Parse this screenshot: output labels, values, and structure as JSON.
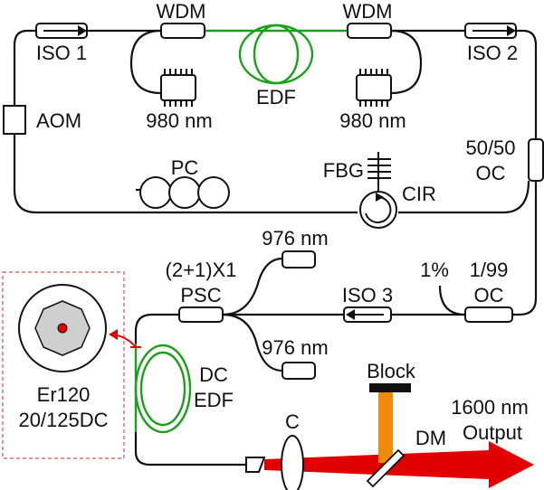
{
  "labels": {
    "wdm_left": "WDM",
    "wdm_right": "WDM",
    "iso1": "ISO 1",
    "iso2": "ISO 2",
    "iso3": "ISO 3",
    "aom": "AOM",
    "pump_left": "980 nm",
    "pump_right": "980 nm",
    "edf": "EDF",
    "oc_5050_top": "50/50",
    "oc_5050_bottom": "OC",
    "pc": "PC",
    "fbg": "FBG",
    "cir": "CIR",
    "pump976_top": "976 nm",
    "pump976_bottom": "976 nm",
    "psc_top": "(2+1)X1",
    "psc_bottom": "PSC",
    "pct": "1%",
    "oc_199_top": "1/99",
    "oc_199_bottom": "OC",
    "dc_edf_top": "DC",
    "dc_edf_bottom": "EDF",
    "fiber_name": "Er120",
    "fiber_spec": "20/125DC",
    "block": "Block",
    "lens": "C",
    "dm": "DM",
    "output_top": "1600 nm",
    "output_bottom": "Output"
  },
  "colors": {
    "fiber": "#111111",
    "edf_green": "#1aa01a",
    "beam_red": "#e00000",
    "block_orange": "#f08a0a",
    "inset_border": "#e07070",
    "core_red": "#e00000",
    "cladding_gray": "#cfcfcf"
  }
}
